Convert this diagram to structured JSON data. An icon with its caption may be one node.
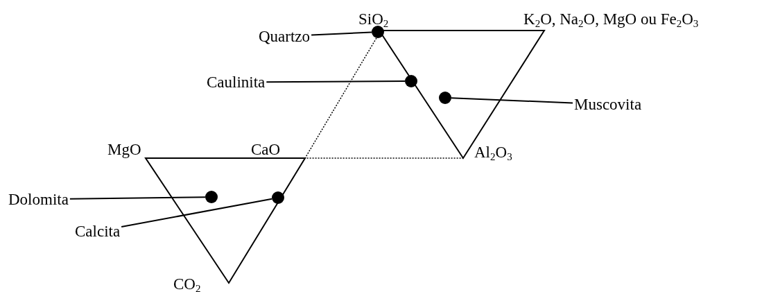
{
  "diagram": {
    "nodes": [
      {
        "text": [
          "Quartzo"
        ]
      },
      {
        "text": [],
        "shape": "circle"
      },
      {
        "text": [
          "Caulinita"
        ]
      },
      {
        "text": [],
        "shape": "circle"
      },
      {
        "text": [
          "Muscovita"
        ]
      },
      {
        "text": [],
        "shape": "circle"
      },
      {
        "text": [
          "Dolomita"
        ]
      },
      {
        "text": [],
        "shape": "circle"
      },
      {
        "text": [
          "Calcita"
        ]
      },
      {
        "text": [],
        "shape": "circle"
      }
    ],
    "edges": [
      {
        "from": 0,
        "to": 1,
        "arrow": "none"
      },
      {
        "from": 2,
        "to": 3,
        "arrow": "none"
      },
      {
        "from": 4,
        "to": 5,
        "arrow": "none"
      },
      {
        "from": 6,
        "to": 7,
        "arrow": "none"
      },
      {
        "from": 8,
        "to": 9,
        "arrow": "none"
      }
    ],
    "labels": [
      "SiO$_{2}$",
      "K$_{2}$O, Na$_{2}$O, MgO ou Fe$_{2}$O$_{3}$",
      "MgO",
      "CaO",
      "Al$_{2}$O$_{3}$",
      "CO$_{2}$"
    ]
  }
}
